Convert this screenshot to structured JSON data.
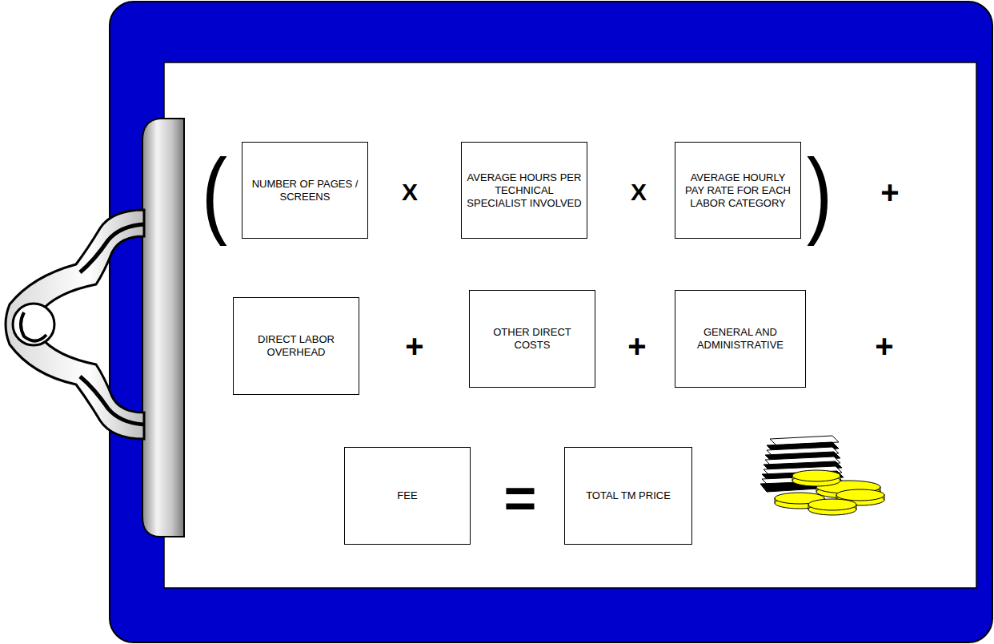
{
  "diagram": {
    "nodes": [
      {
        "text": [
          "NUMBER OF PAGES / SCREENS"
        ]
      },
      {
        "text": [
          "AVERAGE HOURS PER TECHNICAL SPECIALIST INVOLVED"
        ]
      },
      {
        "text": [
          "AVERAGE HOURLY PAY RATE FOR EACH LABOR CATEGORY"
        ]
      },
      {
        "text": [
          "DIRECT LABOR OVERHEAD"
        ]
      },
      {
        "text": [
          "OTHER DIRECT COSTS"
        ]
      },
      {
        "text": [
          "GENERAL AND ADMINISTRATIVE"
        ]
      },
      {
        "text": [
          "FEE"
        ]
      },
      {
        "text": [
          "TOTAL TM PRICE"
        ]
      }
    ],
    "labels": [
      "(",
      "X",
      "X",
      ")",
      "+",
      "+",
      "+",
      "+",
      "="
    ]
  }
}
